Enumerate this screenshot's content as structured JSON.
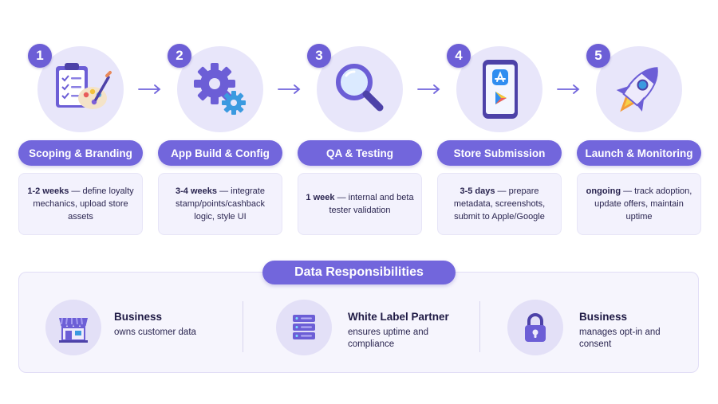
{
  "steps": [
    {
      "number": "1",
      "title": "Scoping & Branding",
      "lead": "1-2 weeks",
      "rest": "— define loyalty mechanics, upload store assets",
      "icon": "clipboard-palette-icon"
    },
    {
      "number": "2",
      "title": "App Build & Config",
      "lead": "3-4 weeks",
      "rest": "— integrate stamp/points/cashback logic, style UI",
      "icon": "gears-icon"
    },
    {
      "number": "3",
      "title": "QA & Testing",
      "lead": "1 week",
      "rest": "— internal and beta tester validation",
      "icon": "magnifier-icon"
    },
    {
      "number": "4",
      "title": "Store Submission",
      "lead": "3-5 days",
      "rest": "— prepare metadata, screenshots, submit to Apple/Google",
      "icon": "phone-app-store-icon"
    },
    {
      "number": "5",
      "title": "Launch & Monitoring",
      "lead": "ongoing",
      "rest": "— track adoption, update offers, maintain uptime",
      "icon": "rocket-icon"
    }
  ],
  "responsibilities": {
    "title": "Data Responsibilities",
    "items": [
      {
        "title": "Business",
        "desc": "owns customer data",
        "icon": "storefront-icon"
      },
      {
        "title": "White Label Partner",
        "desc": "ensures uptime and compliance",
        "icon": "server-icon"
      },
      {
        "title": "Business",
        "desc": "manages opt-in and consent",
        "icon": "padlock-icon"
      }
    ]
  },
  "colors": {
    "accent": "#7266dc",
    "accent_dark": "#5b4fc8",
    "circle_bg": "#e8e6fa",
    "card_bg": "#f3f2fd"
  }
}
